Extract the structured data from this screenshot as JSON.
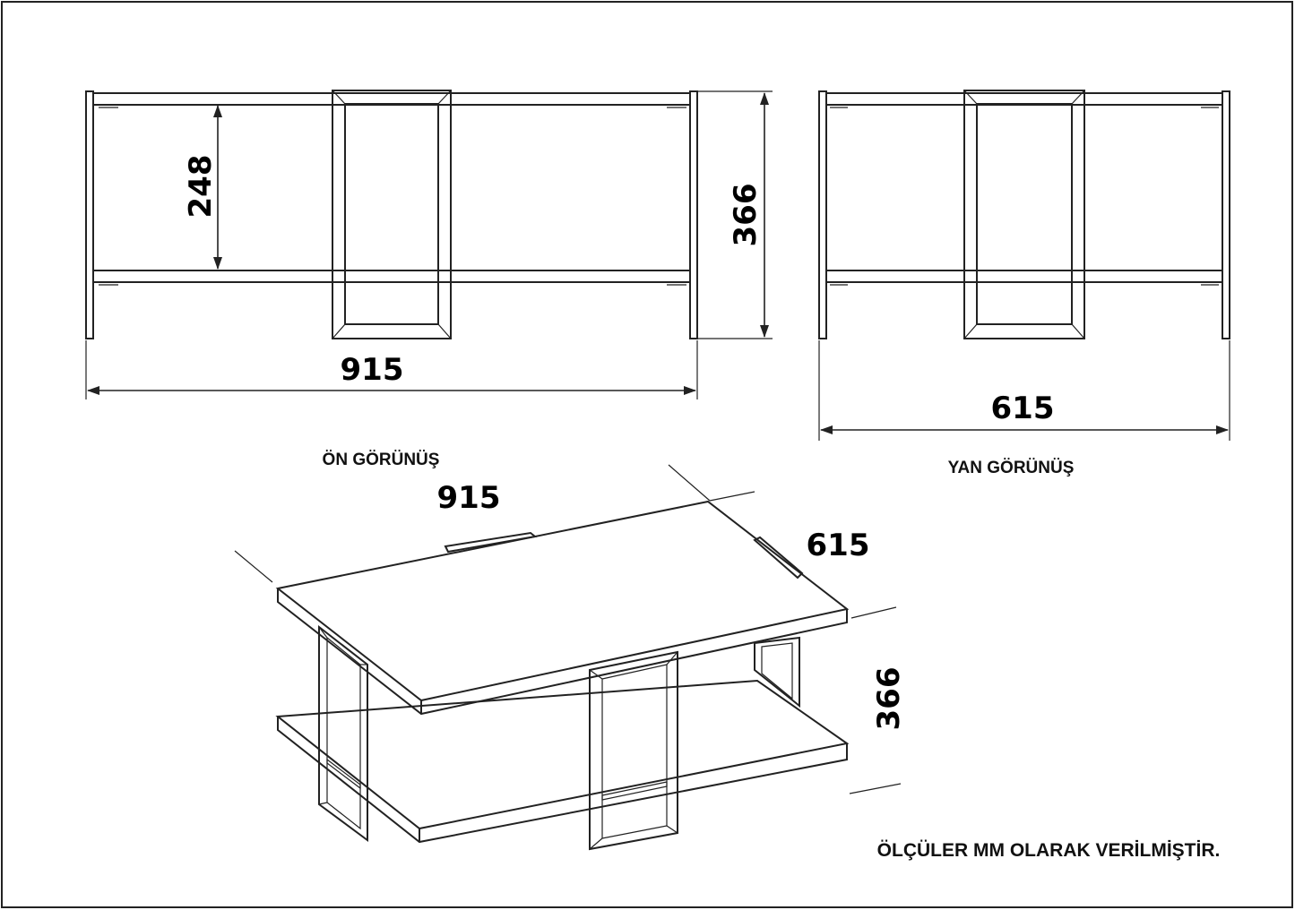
{
  "front_view": {
    "caption": "ÖN GÖRÜNÜŞ",
    "width_dim": "915",
    "height_dim": "366",
    "shelf_gap_dim": "248"
  },
  "side_view": {
    "caption": "YAN GÖRÜNÜŞ",
    "width_dim": "615"
  },
  "iso_view": {
    "width_dim": "915",
    "depth_dim": "615",
    "height_dim": "366"
  },
  "note": "ÖLÇÜLER MM OLARAK VERİLMİŞTİR."
}
